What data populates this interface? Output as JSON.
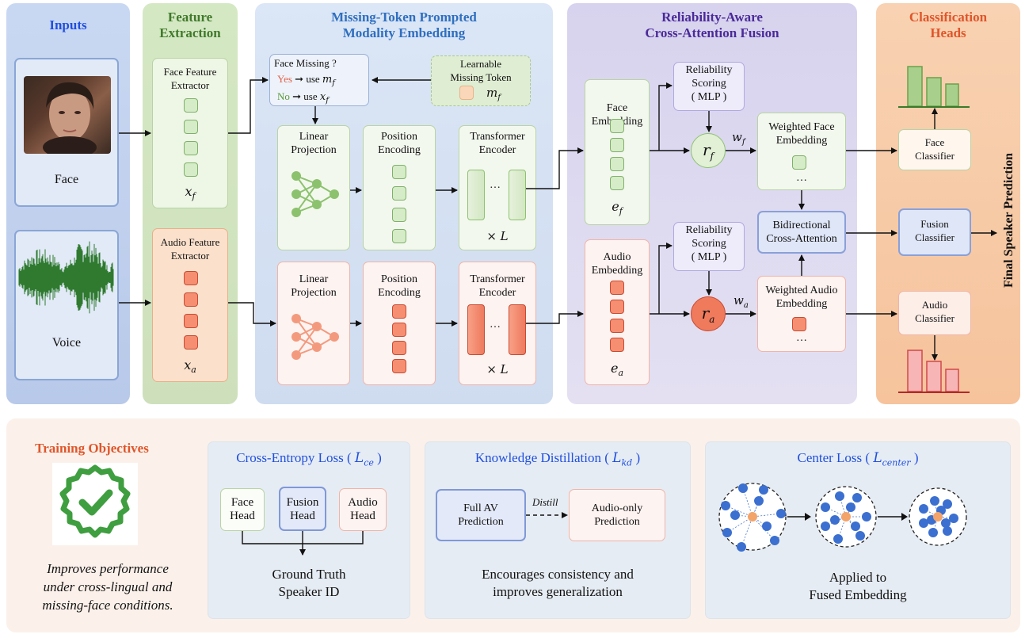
{
  "sections": {
    "inputs": "Inputs",
    "feature_extraction": [
      "Feature",
      "Extraction"
    ],
    "missing_token": [
      "Missing-Token Prompted",
      "Modality Embedding"
    ],
    "fusion": [
      "Reliability-Aware",
      "Cross-Attention Fusion"
    ],
    "heads": [
      "Classification",
      "Heads"
    ]
  },
  "inputs": {
    "face": "Face",
    "voice": "Voice"
  },
  "extractors": {
    "face": [
      "Face Feature",
      "Extractor"
    ],
    "audio": [
      "Audio Feature",
      "Extractor"
    ],
    "x_f": "x",
    "x_f_sub": "f",
    "x_a": "x",
    "x_a_sub": "a"
  },
  "missing": {
    "question": "Face Missing ?",
    "yes": "Yes",
    "no": "No",
    "use": "use",
    "m_f": "m",
    "m_sub": "f",
    "x_f": "x",
    "x_sub": "f",
    "token_title": [
      "Learnable",
      "Missing Token"
    ]
  },
  "blocks": {
    "linear": [
      "Linear",
      "Projection"
    ],
    "position": [
      "Position",
      "Encoding"
    ],
    "transformer": [
      "Transformer",
      "Encoder"
    ],
    "times_l": "× L",
    "dots": "…"
  },
  "fusion": {
    "face_embedding": [
      "Face",
      "Embedding"
    ],
    "audio_embedding": [
      "Audio",
      "Embedding"
    ],
    "e_f": "e",
    "e_f_sub": "f",
    "e_a": "e",
    "e_a_sub": "a",
    "reliability": [
      "Reliability",
      "Scoring",
      "( MLP )"
    ],
    "r_f": "r",
    "r_f_sub": "f",
    "r_a": "r",
    "r_a_sub": "a",
    "w_f": "w",
    "w_f_sub": "f",
    "w_a": "w",
    "w_a_sub": "a",
    "weighted_face": [
      "Weighted Face",
      "Embedding"
    ],
    "weighted_audio": [
      "Weighted Audio",
      "Embedding"
    ],
    "bidirectional": [
      "Bidirectional",
      "Cross-Attention"
    ],
    "dots": "…"
  },
  "heads": {
    "face": [
      "Face",
      "Classifier"
    ],
    "fusion": "Fusion Classifier",
    "audio": [
      "Audio",
      "Classifier"
    ],
    "final": "Final Speaker Prediction"
  },
  "training": {
    "title": "Training Objectives",
    "caption": [
      "Improves performance",
      "under cross-lingual and",
      "missing-face conditions."
    ],
    "ce": {
      "title": "Cross-Entropy Loss (",
      "sym": "L",
      "sub": "ce",
      "close": ")",
      "face_head": [
        "Face",
        "Head"
      ],
      "fusion_head": [
        "Fusion",
        "Head"
      ],
      "audio_head": [
        "Audio",
        "Head"
      ],
      "result": [
        "Ground Truth",
        "Speaker ID"
      ]
    },
    "kd": {
      "title": "Knowledge Distillation (",
      "sym": "L",
      "sub": "kd",
      "close": ")",
      "full": [
        "Full AV",
        "Prediction"
      ],
      "distill": "Distill",
      "audio_only": [
        "Audio-only",
        "Prediction"
      ],
      "result": [
        "Encourages consistency and",
        "improves generalization"
      ]
    },
    "center": {
      "title": "Center Loss (",
      "sym": "L",
      "sub": "center",
      "close": ")",
      "result": [
        "Applied to",
        "Fused Embedding"
      ]
    }
  },
  "colors": {
    "green": "#7fb069",
    "red": "#e0624a",
    "blue_title": "#1f4fe0",
    "purple_title": "#4b2a9a",
    "orange_title": "#e0552a"
  }
}
